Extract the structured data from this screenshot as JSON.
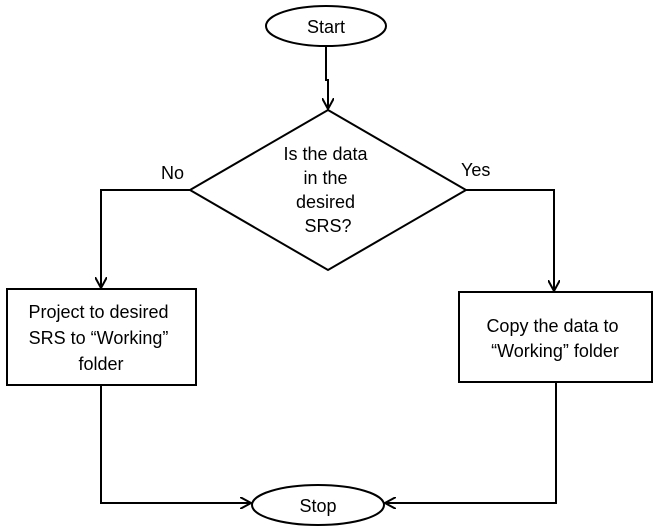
{
  "nodes": {
    "start": "Start",
    "decision": [
      "Is the data",
      "in the",
      "desired",
      "SRS?"
    ],
    "project": [
      "Project to desired",
      "SRS to “Working”",
      "folder"
    ],
    "copy": [
      "Copy the data to",
      "“Working” folder"
    ],
    "stop": "Stop"
  },
  "edges": {
    "no_label": "No",
    "yes_label": "Yes"
  }
}
